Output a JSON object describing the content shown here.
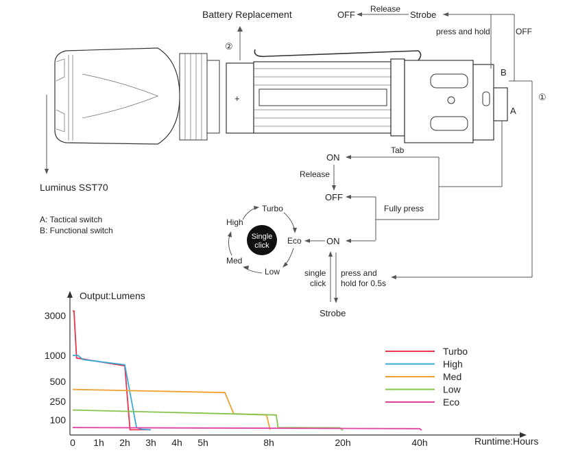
{
  "diagram": {
    "battery_replacement": "Battery Replacement",
    "step2": "②",
    "step1": "①",
    "plus": "+",
    "led_name": "Luminus SST70",
    "legend_a": "A: Tactical switch",
    "legend_b": "B: Functional switch",
    "label_a": "A",
    "label_b": "B",
    "strobe_top": "Strobe",
    "off_top": "OFF",
    "release_top": "Release",
    "press_and_hold": "press and hold",
    "off_right": "OFF",
    "on_1": "ON",
    "tab": "Tab",
    "release_mid": "Release",
    "off_mid": "OFF",
    "fully_press": "Fully press",
    "on_2": "ON",
    "single_click": "single\nclick",
    "single_click_1": "single",
    "single_click_2": "click",
    "press_hold_05_1": "press and",
    "press_hold_05_2": "hold for 0.5s",
    "strobe_bottom": "Strobe",
    "cycle": {
      "center_1": "Single",
      "center_2": "click",
      "modes": [
        "Turbo",
        "Eco",
        "Low",
        "Med",
        "High"
      ]
    }
  },
  "chart_data": {
    "type": "line",
    "ylabel": "Output:Lumens",
    "xlabel": "Runtime:Hours",
    "x_tick_labels": [
      "0",
      "1h",
      "2h",
      "3h",
      "4h",
      "5h",
      "8h",
      "20h",
      "40h"
    ],
    "y_tick_labels": [
      "3000",
      "1000",
      "500",
      "250",
      "100"
    ],
    "series": [
      {
        "name": "Turbo",
        "color": "#e8334a",
        "points": [
          [
            0,
            3200
          ],
          [
            0.05,
            3200
          ],
          [
            0.15,
            950
          ],
          [
            2.0,
            800
          ],
          [
            2.2,
            10
          ],
          [
            3.0,
            10
          ]
        ]
      },
      {
        "name": "High",
        "color": "#39a9d9",
        "points": [
          [
            0,
            1000
          ],
          [
            0.2,
            1000
          ],
          [
            0.4,
            920
          ],
          [
            2.0,
            820
          ],
          [
            2.45,
            30
          ],
          [
            2.65,
            15
          ],
          [
            3.0,
            10
          ]
        ]
      },
      {
        "name": "Med",
        "color": "#f0a030",
        "points": [
          [
            0,
            400
          ],
          [
            6.0,
            360
          ],
          [
            6.4,
            150
          ],
          [
            7.9,
            140
          ],
          [
            8.2,
            10
          ]
        ]
      },
      {
        "name": "Low",
        "color": "#84c44a",
        "points": [
          [
            0,
            180
          ],
          [
            9.2,
            140
          ],
          [
            9.5,
            30
          ],
          [
            19.5,
            28
          ],
          [
            20.0,
            5
          ]
        ]
      },
      {
        "name": "Eco",
        "color": "#e23fa3",
        "points": [
          [
            0,
            30
          ],
          [
            40.0,
            20
          ],
          [
            40.5,
            5
          ]
        ]
      }
    ]
  }
}
